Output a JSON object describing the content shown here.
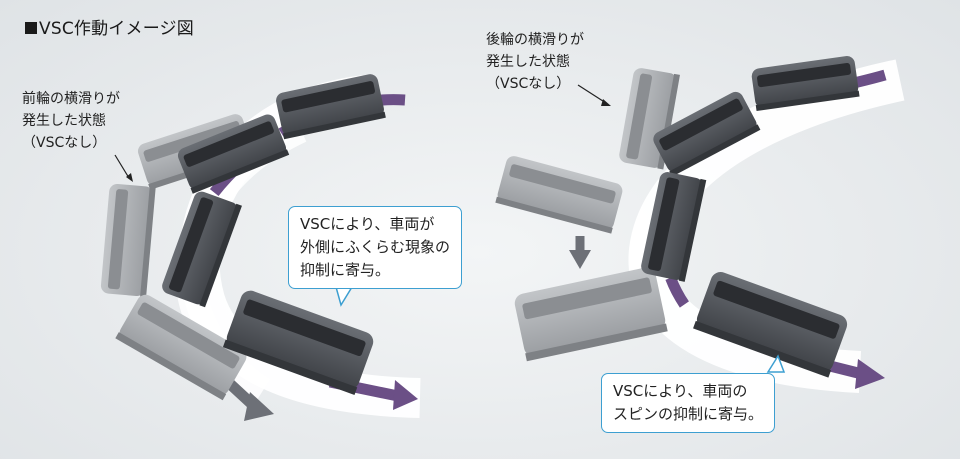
{
  "title": "■VSC作動イメージ図",
  "left": {
    "note_lines": [
      "前輪の横滑りが",
      "発生した状態",
      "（VSCなし）"
    ],
    "callout_lines": [
      "VSCにより、車両が",
      "外側にふくらむ現象の",
      "抑制に寄与。"
    ]
  },
  "right": {
    "note_lines": [
      "後輪の横滑りが",
      "発生した状態",
      "（VSCなし）"
    ],
    "callout_lines": [
      "VSCにより、車両の",
      "スピンの抑制に寄与。"
    ]
  },
  "colors": {
    "with_vsc_arrow": "#6b4f86",
    "without_vsc_arrow": "#6d7077",
    "road": "#ffffff",
    "callout_border": "#3d9fd1",
    "bus_dark": "#4b4e53",
    "bus_ghost": "#a7aaae"
  }
}
